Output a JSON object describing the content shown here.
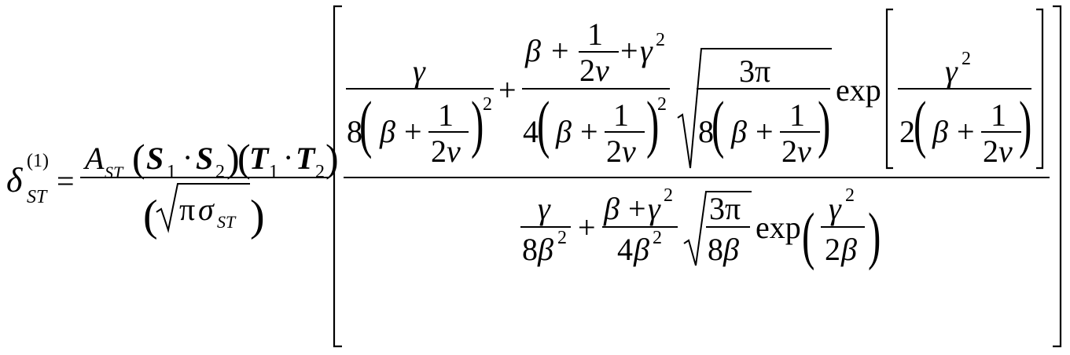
{
  "formula": {
    "lhs": {
      "symbol": "δ",
      "sup": "(1)",
      "sub": "ST",
      "eq": "="
    },
    "prefactor": {
      "A": "A",
      "A_sub": "ST",
      "S": "S",
      "T": "T",
      "one": "1",
      "two": "2",
      "dot": "·",
      "pi": "π",
      "sigma": "σ",
      "sigma_sub": "ST"
    },
    "glyphs": {
      "gamma": "γ",
      "beta": "β",
      "nu": "ν",
      "plus": "+",
      "one": "1",
      "two": "2",
      "three": "3",
      "four": "4",
      "eight": "8",
      "pi": "π",
      "sq": "2",
      "exp": "exp"
    }
  }
}
